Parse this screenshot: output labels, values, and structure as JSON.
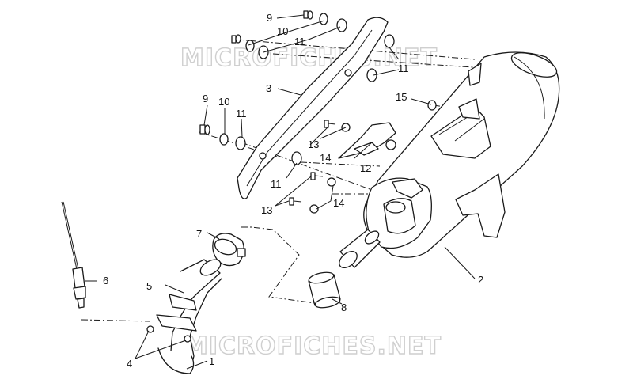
{
  "watermark": {
    "text": "MICROFICHES.NET"
  },
  "callouts": {
    "c1": "1",
    "c2": "2",
    "c3": "3",
    "c4": "4",
    "c5": "5",
    "c6": "6",
    "c7": "7",
    "c8": "8",
    "c9a": "9",
    "c9b": "9",
    "c10a": "10",
    "c10b": "10",
    "c11a": "11",
    "c11b": "11",
    "c11c": "11",
    "c11d": "11",
    "c12": "12",
    "c13a": "13",
    "c13b": "13",
    "c14a": "14",
    "c14b": "14",
    "c15": "15"
  }
}
